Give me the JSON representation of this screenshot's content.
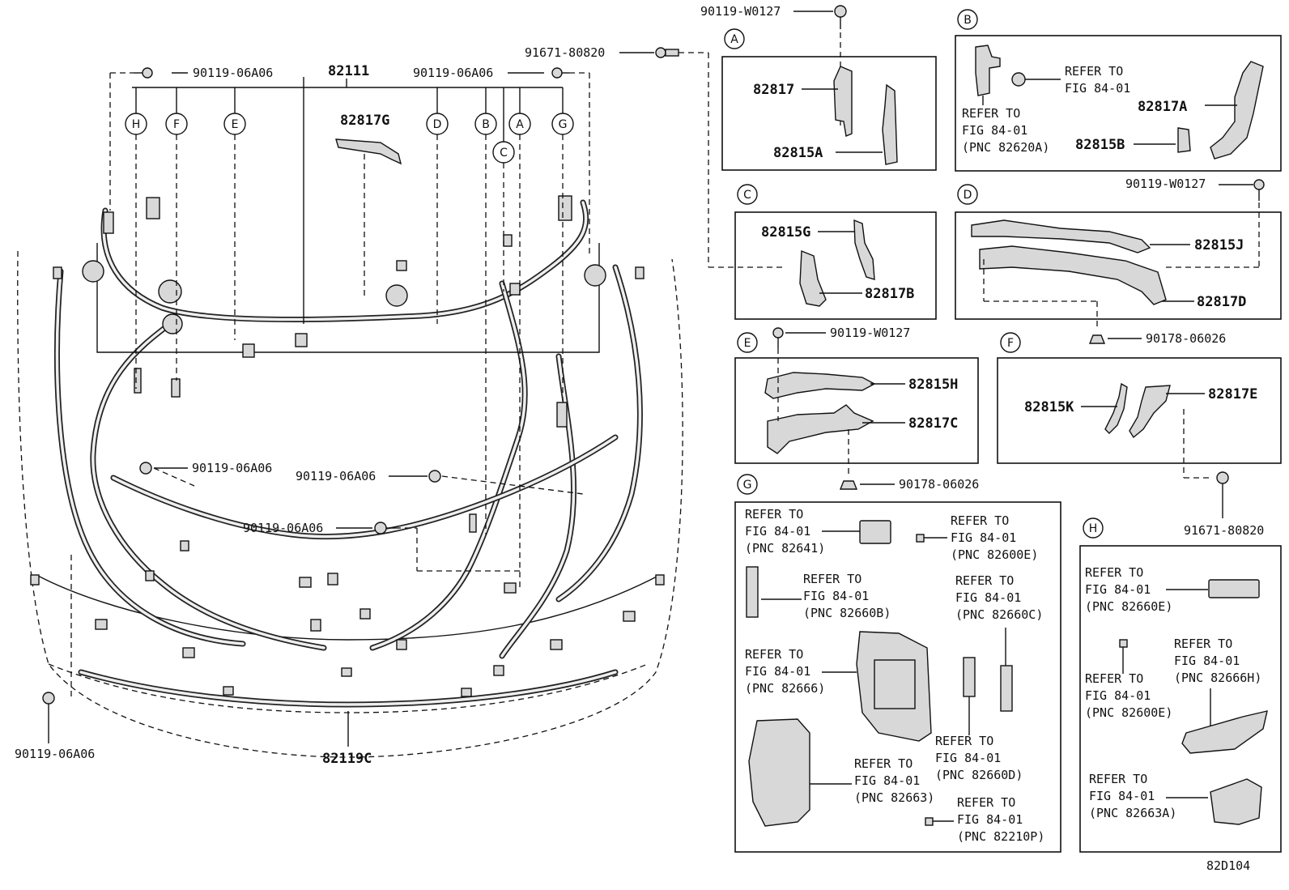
{
  "figure_code": "82D104",
  "main": {
    "harness_top": "82111",
    "harness_bottom": "82119C",
    "bracket_g": "82817G",
    "bolt_left_top": "90119-06A06",
    "bolt_mid_top": "90119-06A06",
    "bolt_left_mid": "90119-06A06",
    "bolt_center_mid": "90119-06A06",
    "bolt_center_low": "90119-06A06",
    "bolt_bottom_left": "90119-06A06",
    "bolt_top_center": "91671-80820",
    "bolt_top_a": "90119-W0127",
    "circle_h": "H",
    "circle_f": "F",
    "circle_e": "E",
    "circle_d": "D",
    "circle_b": "B",
    "circle_a": "A",
    "circle_c": "C",
    "circle_g": "G"
  },
  "panels": {
    "a": {
      "tag": "A",
      "part1": "82817",
      "part2": "82815A"
    },
    "b": {
      "tag": "B",
      "part1": "82817A",
      "part2": "82815B",
      "ref1_l1": "REFER TO",
      "ref1_l2": "FIG 84-01",
      "ref2_l1": "REFER TO",
      "ref2_l2": "FIG 84-01",
      "ref2_l3": "(PNC 82620A)",
      "bolt": "90119-W0127"
    },
    "c": {
      "tag": "C",
      "part1": "82815G",
      "part2": "82817B"
    },
    "d": {
      "tag": "D",
      "part1": "82815J",
      "part2": "82817D",
      "clip": "90178-06026"
    },
    "e": {
      "tag": "E",
      "bolt": "90119-W0127",
      "part1": "82815H",
      "part2": "82817C",
      "clip": "90178-06026"
    },
    "f": {
      "tag": "F",
      "part1": "82815K",
      "part2": "82817E",
      "bolt": "91671-80820"
    },
    "g": {
      "tag": "G",
      "refs": [
        {
          "l1": "REFER TO",
          "l2": "FIG 84-01",
          "l3": "(PNC 82641)"
        },
        {
          "l1": "REFER TO",
          "l2": "FIG 84-01",
          "l3": "(PNC 82600E)"
        },
        {
          "l1": "REFER TO",
          "l2": "FIG 84-01",
          "l3": "(PNC 82660B)"
        },
        {
          "l1": "REFER TO",
          "l2": "FIG 84-01",
          "l3": "(PNC 82660C)"
        },
        {
          "l1": "REFER TO",
          "l2": "FIG 84-01",
          "l3": "(PNC 82666)"
        },
        {
          "l1": "REFER TO",
          "l2": "FIG 84-01",
          "l3": "(PNC 82660D)"
        },
        {
          "l1": "REFER TO",
          "l2": "FIG 84-01",
          "l3": "(PNC 82663)"
        },
        {
          "l1": "REFER TO",
          "l2": "FIG 84-01",
          "l3": "(PNC 82210P)"
        }
      ]
    },
    "h": {
      "tag": "H",
      "refs": [
        {
          "l1": "REFER TO",
          "l2": "FIG 84-01",
          "l3": "(PNC 82660E)"
        },
        {
          "l1": "REFER TO",
          "l2": "FIG 84-01",
          "l3": "(PNC 82666H)"
        },
        {
          "l1": "REFER TO",
          "l2": "FIG 84-01",
          "l3": "(PNC 82600E)"
        },
        {
          "l1": "REFER TO",
          "l2": "FIG 84-01",
          "l3": "(PNC 82663A)"
        }
      ]
    }
  }
}
